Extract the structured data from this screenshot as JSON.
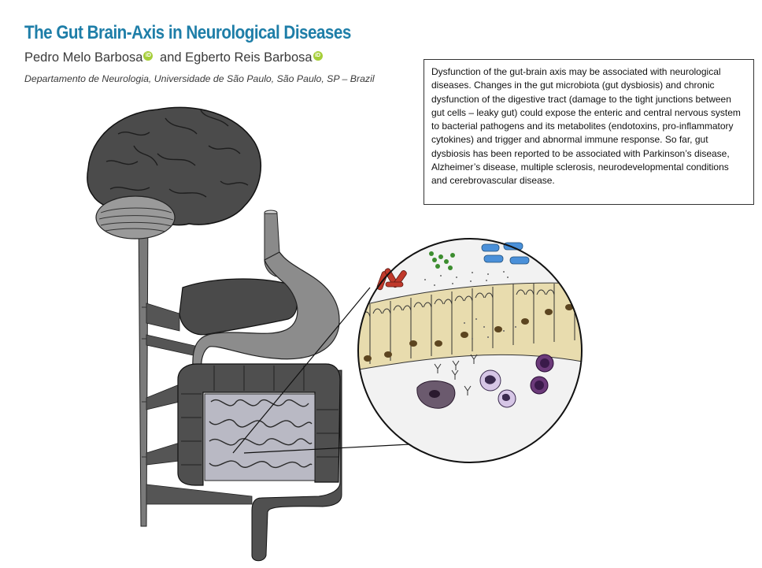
{
  "header": {
    "title": "The Gut Brain-Axis in Neurological Diseases",
    "author_1": "Pedro Melo Barbosa",
    "conjunction": "and",
    "author_2": "Egberto Reis Barbosa",
    "orcid_badge": "iD",
    "affiliation": "Departamento de Neurologia, Universidade de São Paulo, São Paulo, SP – Brazil"
  },
  "infobox": {
    "text": "Dysfunction of the gut-brain axis may be associated with neurological diseases. Changes in the gut microbiota (gut dysbiosis) and chronic dysfunction of the digestive tract (damage to the tight junctions between gut cells – leaky gut) could expose the enteric and central nervous system to bacterial pathogens and its metabolites (endotoxins, pro-inflammatory cytokines) and trigger and abnormal immune response. So far, gut dysbiosis has been reported to be associated with Parkinson’s disease, Alzheimer’s disease, multiple sclerosis, neurodevelopmental conditions and cerebrovascular disease."
  },
  "colors": {
    "title": "#1e7ea8",
    "organ_dark": "#4a4a4a",
    "organ_mid": "#8a8a8a",
    "epithelium": "#e8dcae",
    "red_bacteria": "#c0392b",
    "green_bacteria": "#3c8d2f",
    "blue_bacteria": "#4a90d9",
    "immune_cells": "#6c3a7a",
    "orcid": "#a6ce39"
  },
  "icons": [
    "brain-icon",
    "cerebellum-icon",
    "spinal-cord-icon",
    "esophagus-icon",
    "stomach-icon",
    "liver-icon",
    "large-intestine-icon",
    "small-intestine-icon",
    "magnifier-circle-icon",
    "bacteria-icon",
    "immune-cell-icon",
    "orcid-icon"
  ]
}
